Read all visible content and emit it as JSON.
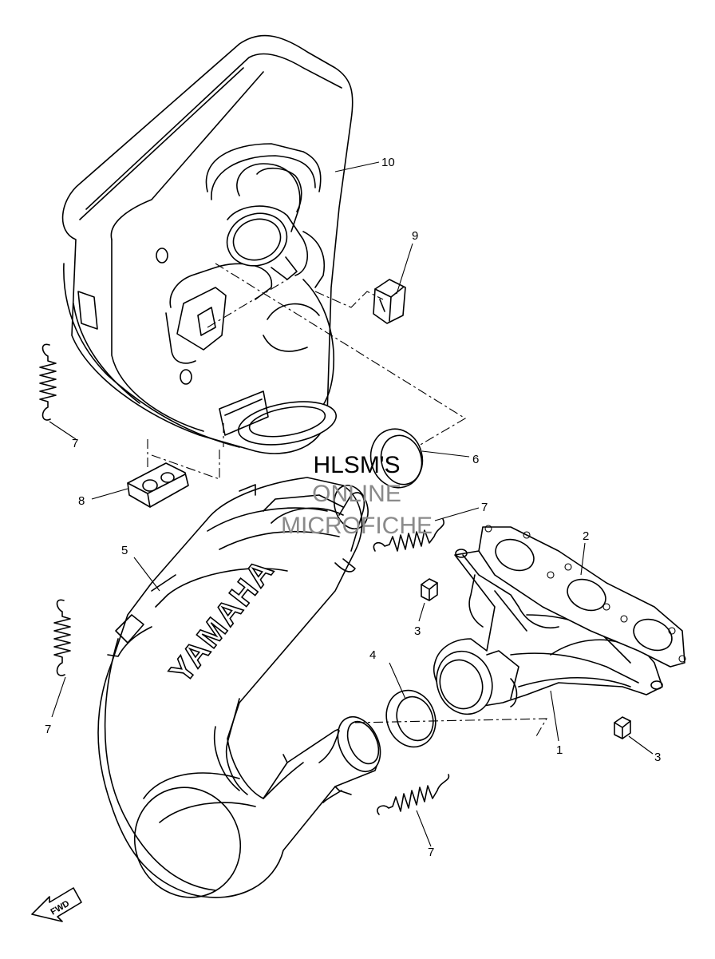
{
  "callouts": {
    "c1": "1",
    "c2": "2",
    "c3a": "3",
    "c3b": "3",
    "c4": "4",
    "c5": "5",
    "c6": "6",
    "c7a": "7",
    "c7b": "7",
    "c7c": "7",
    "c7d": "7",
    "c8": "8",
    "c9": "9",
    "c10": "10"
  },
  "watermark": {
    "line1": "HLSM'S",
    "line2": "ONLINE",
    "line3": "MICROFICHE",
    "color_dark": "#000000",
    "color_gray": "#8a8a8a"
  },
  "brand_mark": "YAMAHA",
  "fwd_badge": "FWD"
}
